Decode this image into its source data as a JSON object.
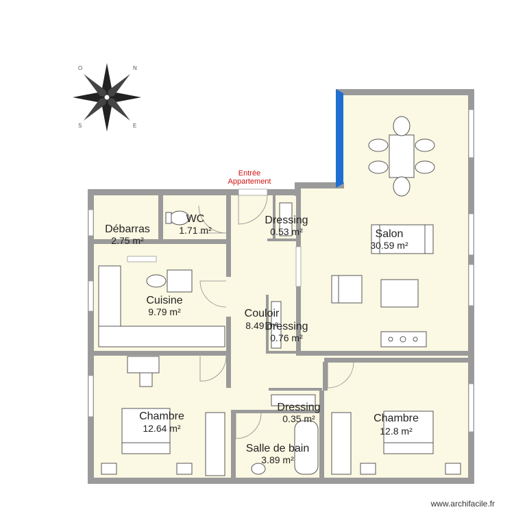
{
  "entry": {
    "line1": "Entrée",
    "line2": "Appartement",
    "color": "#d01010"
  },
  "rooms": {
    "debarras": {
      "name": "Débarras",
      "area": "2.75 m²"
    },
    "wc": {
      "name": "WC",
      "area": "1.71 m²"
    },
    "dressing1": {
      "name": "Dressing",
      "area": "0.53 m²"
    },
    "salon": {
      "name": "Salon",
      "area": "30.59 m²"
    },
    "cuisine": {
      "name": "Cuisine",
      "area": "9.79 m²"
    },
    "couloir": {
      "name": "Couloir",
      "area": "8.49 m²"
    },
    "dressing2": {
      "name": "Dressing",
      "area": "0.76 m²"
    },
    "chambre1": {
      "name": "Chambre",
      "area": "12.64 m²"
    },
    "dressing3": {
      "name": "Dressing",
      "area": "0.35 m²"
    },
    "chambre2": {
      "name": "Chambre",
      "area": "12.8 m²"
    },
    "sdb": {
      "name": "Salle de bain",
      "area": "3.89 m²"
    }
  },
  "compass": {
    "n": "N",
    "e": "E",
    "s": "S",
    "o": "O"
  },
  "watermark": "www.archifacile.fr",
  "colors": {
    "wall": "#9a9a9a",
    "floor": "#fbf8e3",
    "accent_wall": "#1e6fd0"
  }
}
